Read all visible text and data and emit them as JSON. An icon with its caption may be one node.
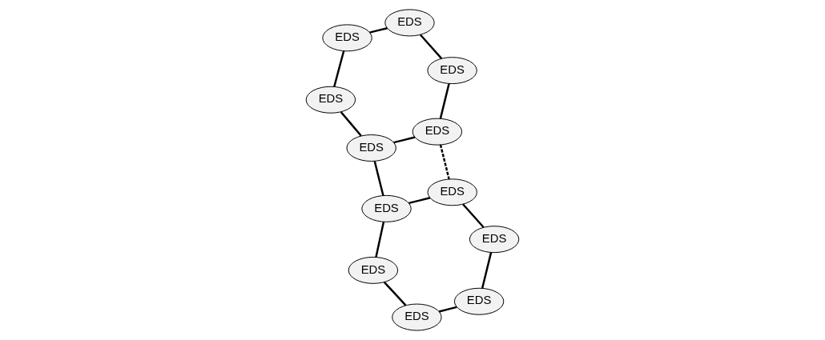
{
  "diagram": {
    "nodes": [
      {
        "text": [
          "EDS"
        ]
      },
      {
        "text": [
          "EDS"
        ]
      },
      {
        "text": [
          "EDS"
        ]
      },
      {
        "text": [
          "EDS"
        ]
      },
      {
        "text": [
          "EDS"
        ]
      },
      {
        "text": [
          "EDS"
        ]
      },
      {
        "text": [
          "EDS"
        ]
      },
      {
        "text": [
          "EDS"
        ]
      },
      {
        "text": [
          "EDS"
        ]
      },
      {
        "text": [
          "EDS"
        ]
      },
      {
        "text": [
          "EDS"
        ]
      },
      {
        "text": [
          "EDS"
        ]
      }
    ],
    "edges": [
      {
        "from": 0,
        "to": 1,
        "arrow": "none"
      },
      {
        "from": 1,
        "to": 2,
        "arrow": "none"
      },
      {
        "from": 2,
        "to": 3,
        "arrow": "none"
      },
      {
        "from": 3,
        "to": 4,
        "arrow": "none"
      },
      {
        "from": 4,
        "to": 5,
        "arrow": "none"
      },
      {
        "from": 5,
        "to": 0,
        "arrow": "none"
      },
      {
        "from": 6,
        "to": 7,
        "arrow": "none"
      },
      {
        "from": 7,
        "to": 8,
        "arrow": "none"
      },
      {
        "from": 8,
        "to": 9,
        "arrow": "none"
      },
      {
        "from": 9,
        "to": 10,
        "arrow": "none"
      },
      {
        "from": 10,
        "to": 11,
        "arrow": "none"
      },
      {
        "from": 11,
        "to": 6,
        "arrow": "none"
      },
      {
        "from": 1,
        "to": 11,
        "arrow": "none"
      },
      {
        "from": 2,
        "to": 10,
        "arrow": "none",
        "style": "dashed"
      }
    ]
  }
}
